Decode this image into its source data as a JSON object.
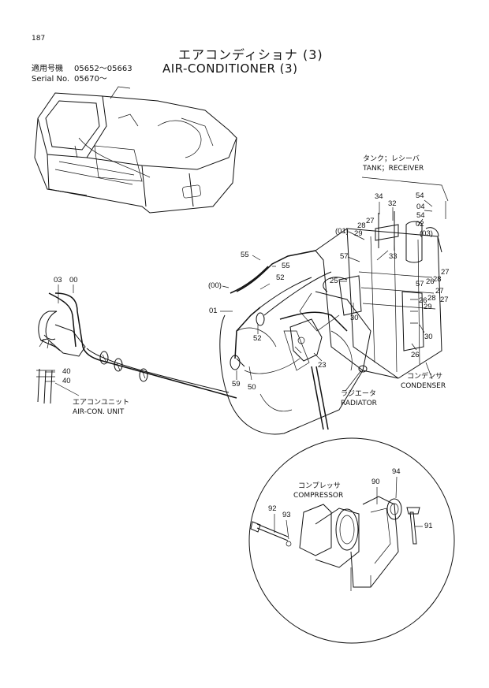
{
  "page": {
    "page_number": "187",
    "title_ja": "エアコンディショナ (3)",
    "title_en": "AIR-CONDITIONER (3)",
    "applicable_models_label": "適用号機",
    "applicable_models_value": "05652～05663",
    "serial_label": "Serial No.",
    "serial_value": "05670～"
  },
  "labels": {
    "tank_receiver_ja": "タンク；レシーバ",
    "tank_receiver_en": "TANK；RECEIVER",
    "aircon_unit_ja": "エアコンユニット",
    "aircon_unit_en": "AIR-CON. UNIT",
    "radiator_ja": "ラジエータ",
    "radiator_en": "RADIATOR",
    "condenser_ja": "コンデンサ",
    "condenser_en": "CONDENSER",
    "compressor_ja": "コンプレッサ",
    "compressor_en": "COMPRESSOR"
  },
  "callouts": {
    "c03a": "03",
    "c00": "00",
    "c40a": "40",
    "c40b": "40",
    "c55a": "55",
    "c55b": "55",
    "c52a": "52",
    "c00p": "(00)",
    "c01": "01",
    "c52b": "52",
    "c59": "59",
    "c50": "50",
    "c23": "23",
    "c01p": "(01)",
    "c57a": "57",
    "c25": "25",
    "c30a": "30",
    "c34": "34",
    "c32": "32",
    "c27a": "27",
    "c28a": "28",
    "c29a": "29",
    "c33": "33",
    "c54a": "54",
    "c04": "04",
    "c54b": "54",
    "c02": "02",
    "c03p": "(03)",
    "c27b": "27",
    "c28b": "28",
    "c26a": "26",
    "c57b": "57",
    "c27c": "27",
    "c28c": "28",
    "c26b": "26",
    "c29b": "29",
    "c27d": "27",
    "c30b": "30",
    "c26c": "26",
    "c90": "90",
    "c94": "94",
    "c92": "92",
    "c93": "93",
    "c91": "91"
  }
}
